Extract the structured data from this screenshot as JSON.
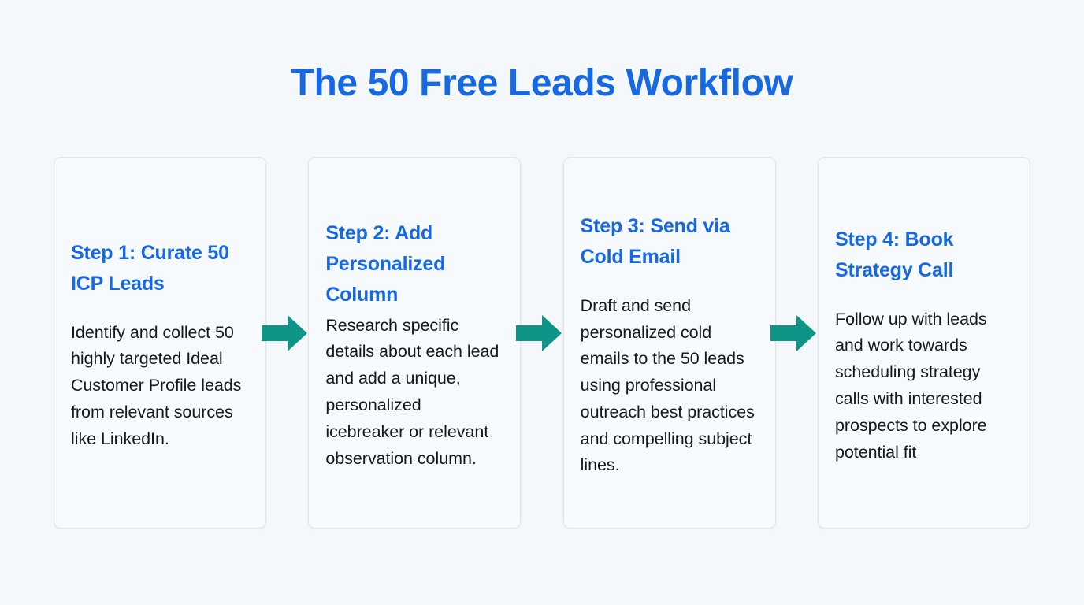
{
  "page": {
    "title": "The 50 Free Leads Workflow",
    "background_color": "#f4f8fa",
    "accent_color": "#1668e3",
    "arrow_color": "#0f9488",
    "card_background": "#f7fafc",
    "card_border_color": "#dfe5e9",
    "body_text_color": "#16181c"
  },
  "steps": [
    {
      "heading": "Step 1: Curate 50 ICP Leads",
      "body": "Identify and collect 50 highly targeted Ideal Customer Profile leads from relevant sources like LinkedIn."
    },
    {
      "heading": "Step 2: Add Personalized Column",
      "body": "Research specific details about each lead and add a unique, personalized icebreaker or relevant observation column."
    },
    {
      "heading": "Step 3: Send via Cold Email",
      "body": "Draft and send personalized cold emails to the 50 leads using professional outreach best practices and compelling subject lines."
    },
    {
      "heading": "Step 4: Book Strategy Call",
      "body": "Follow up with leads and work towards scheduling strategy calls with interested prospects to explore potential fit"
    }
  ],
  "connectors": [
    {
      "name": "arrow-step1-to-step2"
    },
    {
      "name": "arrow-step2-to-step3"
    },
    {
      "name": "arrow-step3-to-step4"
    }
  ]
}
